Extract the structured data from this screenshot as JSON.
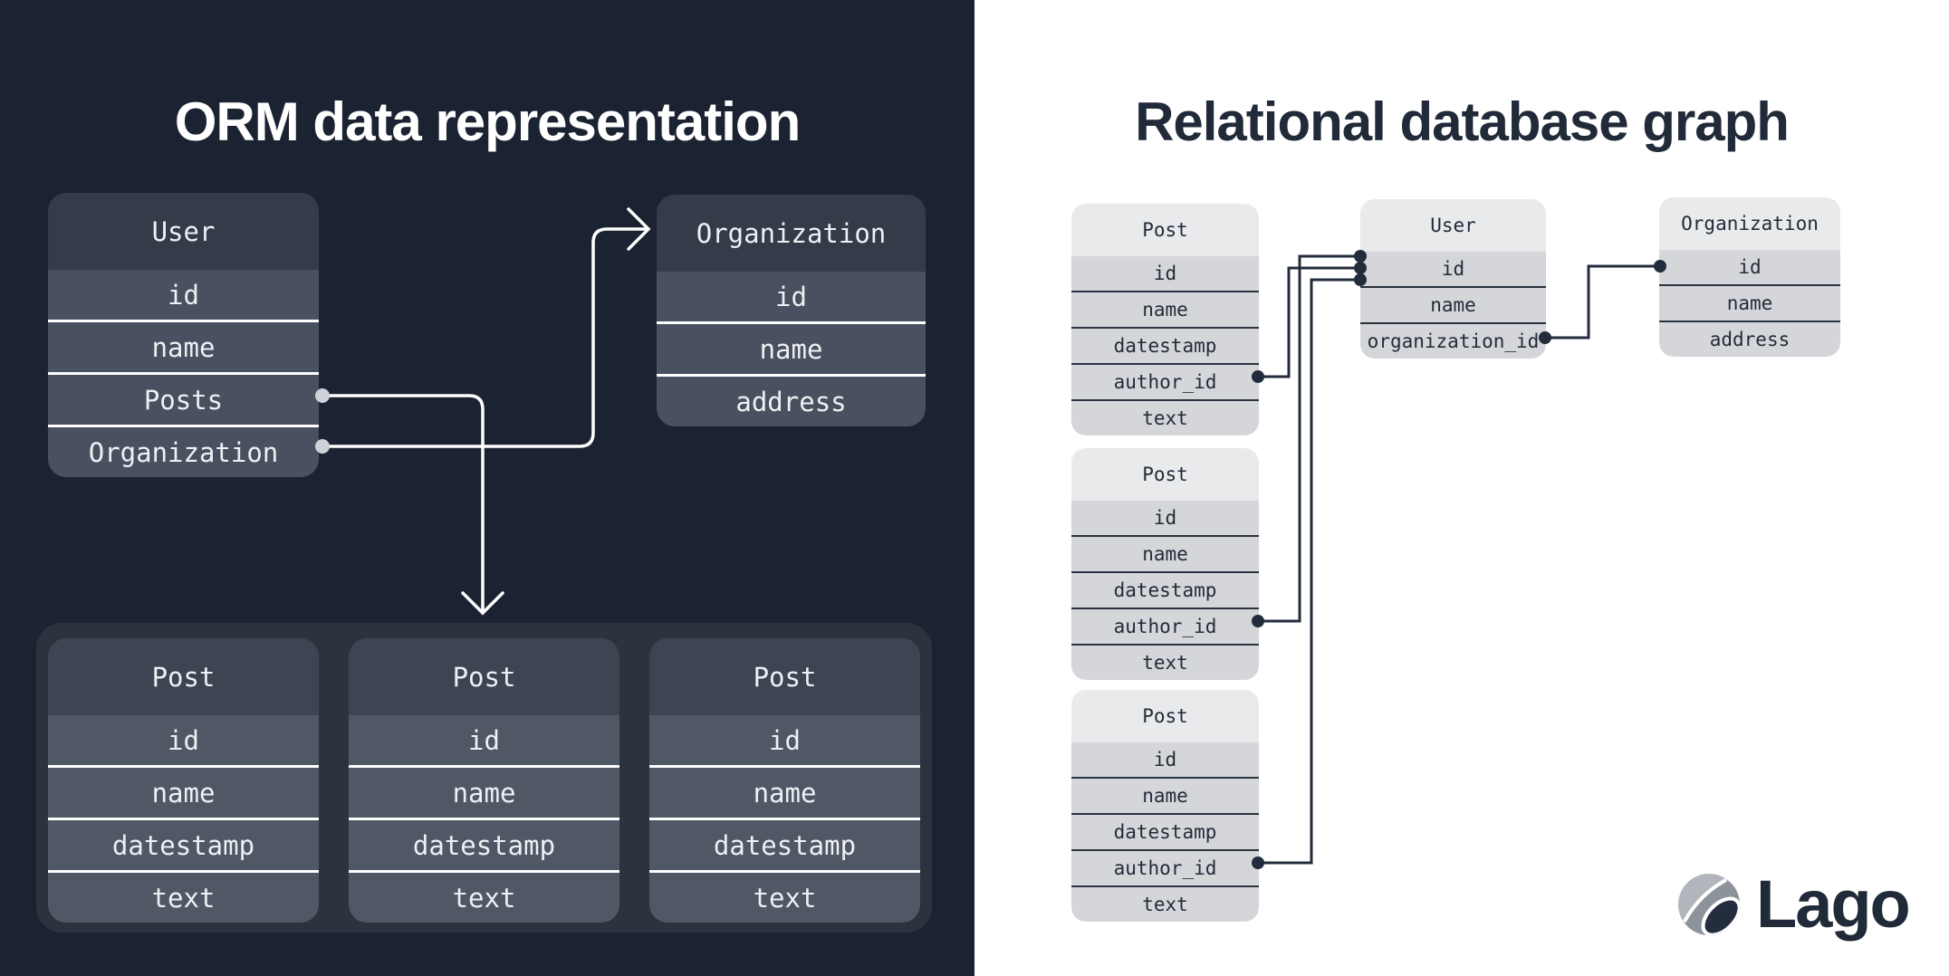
{
  "left_panel": {
    "title": "ORM data representation",
    "user_table": {
      "title": "User",
      "fields": [
        "id",
        "name",
        "Posts",
        "Organization"
      ]
    },
    "organization_table": {
      "title": "Organization",
      "fields": [
        "id",
        "name",
        "address"
      ]
    },
    "post_tables": [
      {
        "title": "Post",
        "fields": [
          "id",
          "name",
          "datestamp",
          "text"
        ]
      },
      {
        "title": "Post",
        "fields": [
          "id",
          "name",
          "datestamp",
          "text"
        ]
      },
      {
        "title": "Post",
        "fields": [
          "id",
          "name",
          "datestamp",
          "text"
        ]
      }
    ]
  },
  "right_panel": {
    "title": "Relational database graph",
    "post_tables": [
      {
        "title": "Post",
        "fields": [
          "id",
          "name",
          "datestamp",
          "author_id",
          "text"
        ]
      },
      {
        "title": "Post",
        "fields": [
          "id",
          "name",
          "datestamp",
          "author_id",
          "text"
        ]
      },
      {
        "title": "Post",
        "fields": [
          "id",
          "name",
          "datestamp",
          "author_id",
          "text"
        ]
      }
    ],
    "user_table": {
      "title": "User",
      "fields": [
        "id",
        "name",
        "organization_id"
      ]
    },
    "organization_table": {
      "title": "Organization",
      "fields": [
        "id",
        "name",
        "address"
      ]
    }
  },
  "logo": {
    "text": "Lago"
  },
  "colors": {
    "left_background": "#1b2231",
    "left_container": "#2c333f",
    "left_table_header": "#343c4a",
    "left_table_row": "#495160",
    "right_table_header": "#e9eaec",
    "right_table_row": "#d4d6d9",
    "dark_line": "#232c3c",
    "white_line": "#ffffff",
    "title_dark": "#212a39"
  }
}
